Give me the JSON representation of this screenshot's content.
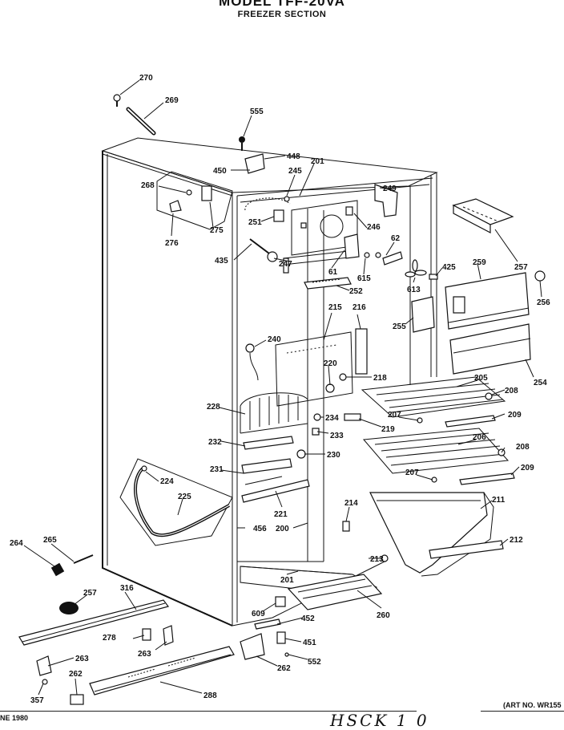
{
  "header": {
    "model": "MODEL TFF-20VA",
    "section": "FREEZER SECTION"
  },
  "footer": {
    "date": "NE 1980",
    "art_no": "(ART NO. WR155",
    "handwriting": "HSCK 1 0"
  },
  "parts": [
    {
      "id": "270",
      "label": "270"
    },
    {
      "id": "269",
      "label": "269"
    },
    {
      "id": "555",
      "label": "555"
    },
    {
      "id": "448",
      "label": "448"
    },
    {
      "id": "450",
      "label": "450"
    },
    {
      "id": "245",
      "label": "245"
    },
    {
      "id": "201-top",
      "label": "201"
    },
    {
      "id": "249",
      "label": "249"
    },
    {
      "id": "268",
      "label": "268"
    },
    {
      "id": "276",
      "label": "276"
    },
    {
      "id": "275",
      "label": "275"
    },
    {
      "id": "251",
      "label": "251"
    },
    {
      "id": "246",
      "label": "246"
    },
    {
      "id": "62",
      "label": "62"
    },
    {
      "id": "435",
      "label": "435"
    },
    {
      "id": "247",
      "label": "247"
    },
    {
      "id": "61",
      "label": "61"
    },
    {
      "id": "615",
      "label": "615"
    },
    {
      "id": "613",
      "label": "613"
    },
    {
      "id": "425",
      "label": "425"
    },
    {
      "id": "259",
      "label": "259"
    },
    {
      "id": "257-top",
      "label": "257"
    },
    {
      "id": "256",
      "label": "256"
    },
    {
      "id": "252",
      "label": "252"
    },
    {
      "id": "215",
      "label": "215"
    },
    {
      "id": "216",
      "label": "216"
    },
    {
      "id": "255",
      "label": "255"
    },
    {
      "id": "240",
      "label": "240"
    },
    {
      "id": "220",
      "label": "220"
    },
    {
      "id": "218",
      "label": "218"
    },
    {
      "id": "254-right",
      "label": "254"
    },
    {
      "id": "205",
      "label": "205"
    },
    {
      "id": "208-a",
      "label": "208"
    },
    {
      "id": "228",
      "label": "228"
    },
    {
      "id": "234",
      "label": "234"
    },
    {
      "id": "207-a",
      "label": "207"
    },
    {
      "id": "209-a",
      "label": "209"
    },
    {
      "id": "219",
      "label": "219"
    },
    {
      "id": "233",
      "label": "233"
    },
    {
      "id": "232",
      "label": "232"
    },
    {
      "id": "206",
      "label": "206"
    },
    {
      "id": "208-b",
      "label": "208"
    },
    {
      "id": "230",
      "label": "230"
    },
    {
      "id": "231",
      "label": "231"
    },
    {
      "id": "209-b",
      "label": "209"
    },
    {
      "id": "207-b",
      "label": "207"
    },
    {
      "id": "224",
      "label": "224"
    },
    {
      "id": "225",
      "label": "225"
    },
    {
      "id": "221",
      "label": "221"
    },
    {
      "id": "211",
      "label": "211"
    },
    {
      "id": "214",
      "label": "214"
    },
    {
      "id": "456",
      "label": "456"
    },
    {
      "id": "200",
      "label": "200"
    },
    {
      "id": "212",
      "label": "212"
    },
    {
      "id": "264",
      "label": "264"
    },
    {
      "id": "265",
      "label": "265"
    },
    {
      "id": "213",
      "label": "213"
    },
    {
      "id": "201-bottom",
      "label": "201"
    },
    {
      "id": "257-bottom",
      "label": "257"
    },
    {
      "id": "316",
      "label": "316"
    },
    {
      "id": "260",
      "label": "260"
    },
    {
      "id": "609",
      "label": "609"
    },
    {
      "id": "452",
      "label": "452"
    },
    {
      "id": "278",
      "label": "278"
    },
    {
      "id": "263-a",
      "label": "263"
    },
    {
      "id": "451",
      "label": "451"
    },
    {
      "id": "263-b",
      "label": "263"
    },
    {
      "id": "552",
      "label": "552"
    },
    {
      "id": "262-a",
      "label": "262"
    },
    {
      "id": "262-b",
      "label": "262"
    },
    {
      "id": "357",
      "label": "357"
    },
    {
      "id": "288",
      "label": "288"
    }
  ]
}
